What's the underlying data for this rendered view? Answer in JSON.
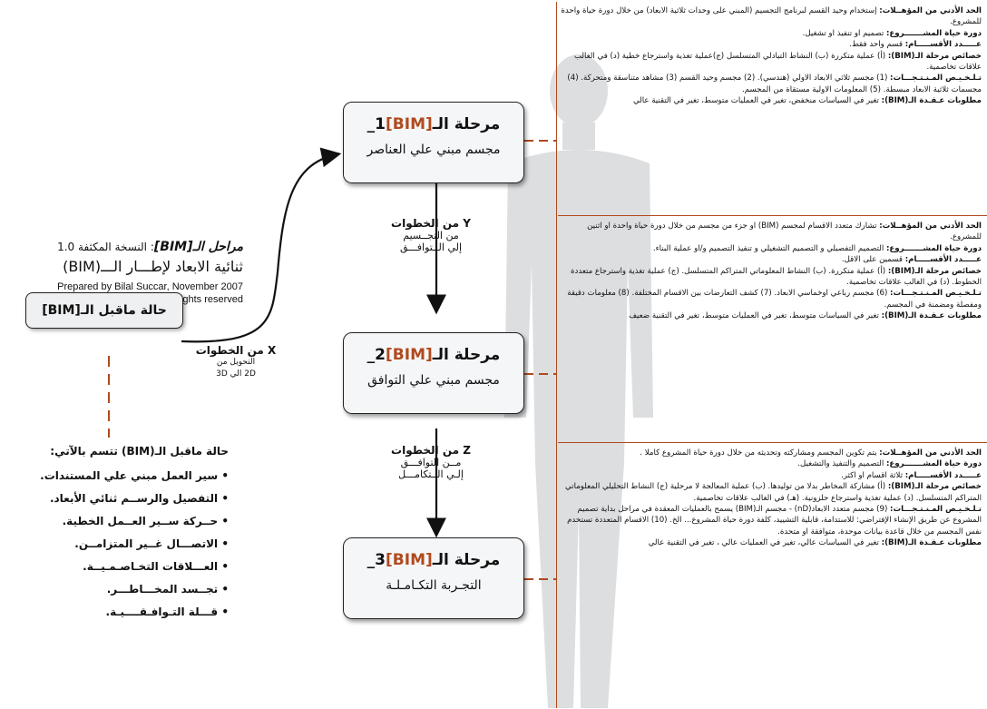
{
  "title_block": {
    "heading": "مراحل الـ[BIM]",
    "heading_note": ": النسخة المكثفة 1.0",
    "subtitle": "ثنائية الابعاد لإطـــار الـــ(BIM)",
    "credit_line1": "Prepared by Bilal Succar, November 2007",
    "credit_line2": "© ChangeAgents AEC, all rights reserved"
  },
  "pre_bim_box": {
    "label": "حالة ماقبل الـ[BIM]"
  },
  "pre_bim_list": {
    "title": "حالة ماقبل الـ(BIM) تتسم بالآتي:",
    "items": [
      "سير العمل مبني علي المستندات.",
      "التفصيل والرســم ثنائي الأبعاد.",
      "حــركة ســير العــمل الخطية.",
      "الاتصـــال غــير المتزامــن.",
      "العـــلاقات التخـاصـمـيــة.",
      "تجــسد المخـــاطـــر.",
      "قـــلة التـوافـقــــيـة."
    ]
  },
  "steps": {
    "x": {
      "main": "X من الخطوات",
      "line1": "التحويل من",
      "line2": "2D الي 3D"
    },
    "y": {
      "main": "Y من الخطوات",
      "line1": "من التجــسيم",
      "line2": "إلي الــتوافـــق"
    },
    "z": {
      "main": "Z من الخطوات",
      "line1": "مــن التوافـــق",
      "line2": "إلـي الــتكامـــل"
    }
  },
  "stages": [
    {
      "prefix": "مرحلة الـ",
      "bim": "[BIM]",
      "num": "1_",
      "sub": "مجسم  مبني علي العناصر"
    },
    {
      "prefix": "مرحلة الـ",
      "bim": "[BIM]",
      "num": "2_",
      "sub": "مجسم  مبني علي التوافق"
    },
    {
      "prefix": "مرحلة الـ",
      "bim": "[BIM]",
      "num": "3_",
      "sub": "التجـربة التكـامـلـة"
    }
  ],
  "panels": [
    {
      "rows": [
        {
          "k": "الحد الأدني من المؤهــلات:",
          "v": " إستخدام وحيد القسم لبرنامج التجسيم (المبني على وحدات ثلاثية الابعاد) من خلال دورة حياة واحدة للمشروع."
        },
        {
          "k": "دورة حياة المشـــــــروع:",
          "v": " تصميم او تنفيذ او تشغيل."
        },
        {
          "k": "عـــــدد الأقســـــام:",
          "v": " قسم واحد فقط."
        },
        {
          "k": "خصائص مرحلة الـ(BIM):",
          "v": " (أ) عملية متكررة (ب) النشاط التبادلي المتسلسل (ج)عملية تغذية واسترجاع خطية (د) في الغالب علاقات تخاصمية."
        },
        {
          "k": "تـلـخـيـص المـنـتـجـــات:",
          "v": " (1) مجسم ثلاثي الابعاد الاولي (هندسي). (2) مجسم وحيد القسم (3) مشاهد متناسقة ومتحركة. (4) مجسمات ثلاثية الابعاد مبسطة. (5) المعلومات الاولية مستقاة من المجسم."
        },
        {
          "k": "مطلوبات عـقـدة الـ(BIM):",
          "v": " تغير في السياسات منخفض، تغير في العمليات متوسط، تغير في التقنية عالي"
        }
      ]
    },
    {
      "rows": [
        {
          "k": "الحد الأدني من المؤهــلات:",
          "v": " تشارك متعدد الاقسام لمجسم (BIM) او جزء من مجسم من خلال دورة حياة واحدة او اثنين للمشروع."
        },
        {
          "k": "دورة حياة المشـــــــروع:",
          "v": " التصميم التفصيلي و التصميم التشغيلي و تنفيذ التصميم و/او عملية البناء."
        },
        {
          "k": "عـــــدد الأقســـــام:",
          "v": " قسمين على الاقل."
        },
        {
          "k": "خصائص مرحلة الـ(BIM):",
          "v": " (أ) عملية متكررة. (ب) النشاط المعلوماتي المتراكم المتسلسل. (ج) عملية تغذية واسترجاع متعددة الخطوط. (د) في الغالب علاقات تخاصمية."
        },
        {
          "k": "تـلـخـيـص المـنـتـجـــات:",
          "v": " (6) مجسم رباعي اوخماسي الابعاد. (7) كشف التعارضات بين الاقسام المختلفة. (8) معلومات دقيقة ومفصلة ومضمنة في المجسم."
        },
        {
          "k": "مطلوبات عـقـدة الـ(BIM):",
          "v": " تغير في السياسات متوسط، تغير في العمليات متوسط، تغير في التقنية ضعيف"
        }
      ]
    },
    {
      "rows": [
        {
          "k": "الحد الأدني من المؤهــلات:",
          "v": " يتم تكوين المجسم ومشاركته وتحديثه من خلال دورة حياة المشروع كاملا ."
        },
        {
          "k": "دورة حياة المشـــــــروع:",
          "v": " التصميم والتنفيذ والتشغيل."
        },
        {
          "k": "عـــــدد الأقســـــام:",
          "v": " ثلاثة اقسام او اكثر."
        },
        {
          "k": "خصائص مرحلة الـ(BIM):",
          "v": " (أ) مشاركة المخاطر بدلا من توليدها. (ب) عملية المعالجة لا مرحلية (ج) النشاط التحليلي المعلوماتي المتراكم المتسلسل. (د) عملية تغذية واسترجاع حلزونية. (هـ) في الغالب علاقات تخاصمية."
        },
        {
          "k": "تـلـخـيـص المـنـتـجـــات:",
          "v": " (9) مجسم متعدد الابعاد(nD) - مجسم الـ(BIM) يسمح بالعمليات المعقدة في مراحل بداية تصميم المشروع عن طريق الإنشاء الإفتراضي: للاستدامة، قابلية التشييد، كلفة دورة حياة المشروع... الخ. (10) الاقسام المتعددة تستخدم نفس المجسم من خلال قاعدة بيانات موحدة، متوافقة او متحدة."
        },
        {
          "k": "مطلوبات عـقـدة الـ(BIM):",
          "v": " تغير في السياسات عالي، تغير في العمليات عالي ، تغير في التقنية عالي"
        }
      ]
    }
  ],
  "colors": {
    "accent": "#b04a1e",
    "box_fill": "#f5f6f8",
    "silhouette": "#d6d8da"
  }
}
